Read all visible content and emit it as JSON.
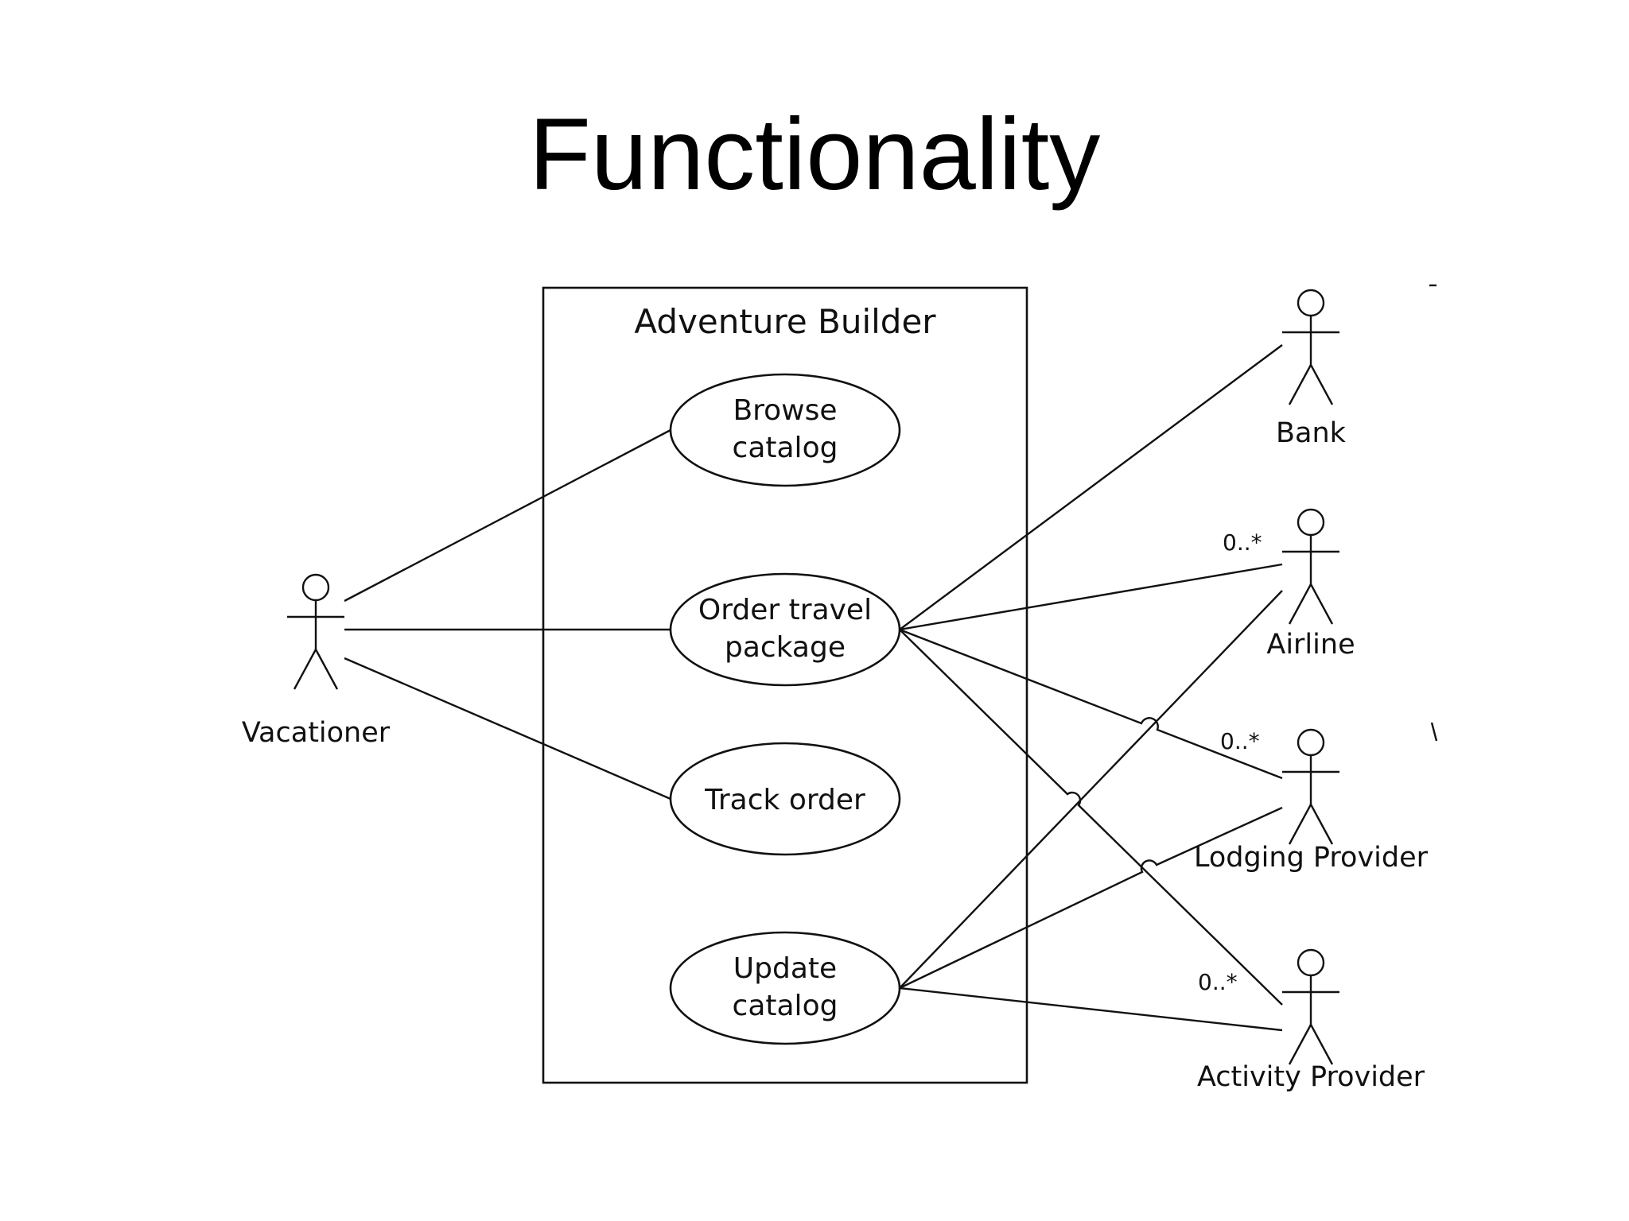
{
  "slide": {
    "title": "Functionality"
  },
  "diagram": {
    "system_name": "Adventure Builder",
    "use_cases": {
      "browse": {
        "line1": "Browse",
        "line2": "catalog"
      },
      "order": {
        "line1": "Order travel",
        "line2": "package"
      },
      "track": {
        "line1": "Track order"
      },
      "update": {
        "line1": "Update",
        "line2": "catalog"
      }
    },
    "actors": {
      "vacationer": "Vacationer",
      "bank": "Bank",
      "airline": "Airline",
      "lodging": "Lodging Provider",
      "activity": "Activity Provider"
    },
    "multiplicities": {
      "airline": "0..*",
      "lodging": "0..*",
      "activity": "0..*"
    }
  }
}
